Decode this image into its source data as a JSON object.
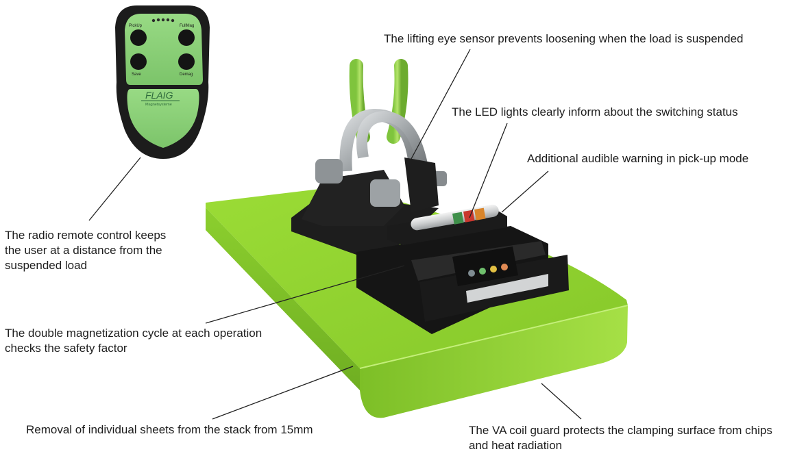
{
  "remote": {
    "top_left_label": "PickUp",
    "top_right_label": "FullMag",
    "bottom_left_label": "Save",
    "bottom_right_label": "Demag",
    "brand": "FLAIG",
    "brand_sub": "Magnetsysteme"
  },
  "callouts": {
    "lifting_eye": "The lifting eye sensor prevents loosening when the load is suspended",
    "led_lights": "The LED lights clearly inform about the switching status",
    "audible_warning": "Additional audible warning in pick-up mode",
    "radio_remote_1": "The radio remote control keeps",
    "radio_remote_2": "the user at a distance from the",
    "radio_remote_3": "suspended load",
    "double_mag_1": "The double magnetization cycle at each operation",
    "double_mag_2": "checks the safety factor",
    "removal_sheets": "Removal of individual sheets from the stack from 15mm",
    "coil_guard_1": "The VA coil guard protects the clamping surface from chips",
    "coil_guard_2": "and heat radiation"
  },
  "colors": {
    "magnet_green": "#8fd12f",
    "remote_green": "#8fd27a",
    "housing_black": "#1b1b1b",
    "shackle_steel": "#a9adb0"
  }
}
